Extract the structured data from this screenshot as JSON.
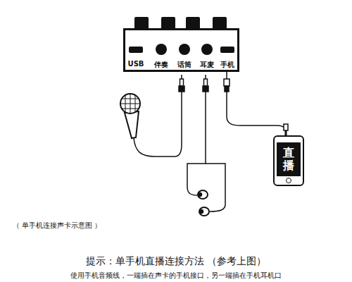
{
  "diagram": {
    "title": "提示：单手机直播连接方法 （参考上图）",
    "caption": "（ 单手机连接声卡示意图 ）",
    "nodes": [
      {
        "text": [
          "USB",
          "伴奏",
          "话筒",
          "耳麦",
          "手机"
        ]
      },
      {
        "text": [
          "直播"
        ]
      }
    ],
    "edges": [
      {
        "from": 0,
        "to": 1,
        "arrow": "none"
      }
    ],
    "labels": [
      "使用手机音频线，一端插在声卡的手机接口，另一端插在手机耳机口"
    ]
  }
}
